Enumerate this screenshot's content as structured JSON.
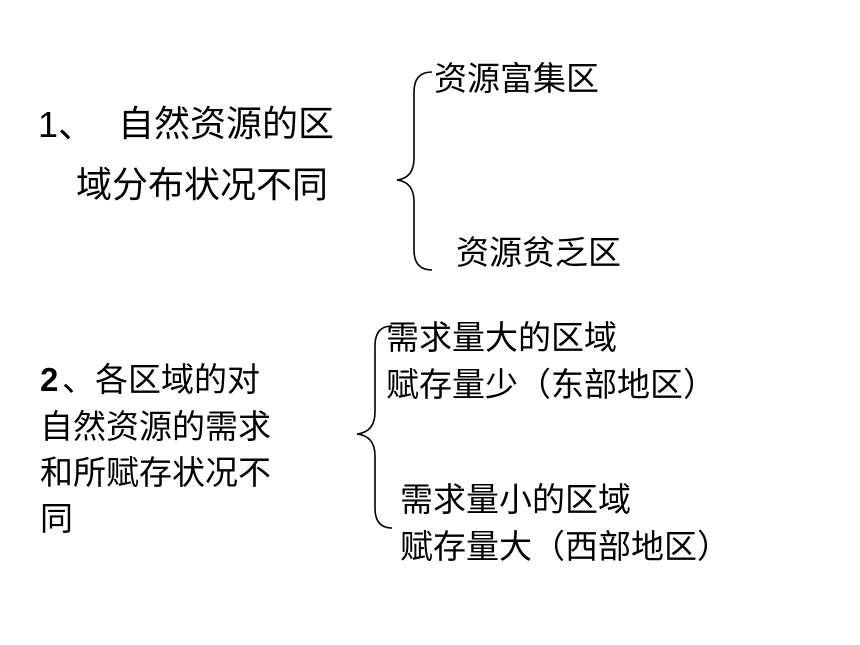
{
  "section1": {
    "number": "1、",
    "title_line1": "自然资源的区",
    "title_line2": "域分布状况不同",
    "branch_top": "资源富集区",
    "branch_bottom": "资源贫乏区"
  },
  "section2": {
    "number": "2",
    "title_lines": [
      "、各区域的对",
      "自然资源的需求",
      "和所赋存状况不",
      "同"
    ],
    "branch_top": [
      "需求量大的区域",
      "赋存量少（东部地区）"
    ],
    "branch_bottom": [
      "需求量小的区域",
      "赋存量大（西部地区）"
    ]
  }
}
